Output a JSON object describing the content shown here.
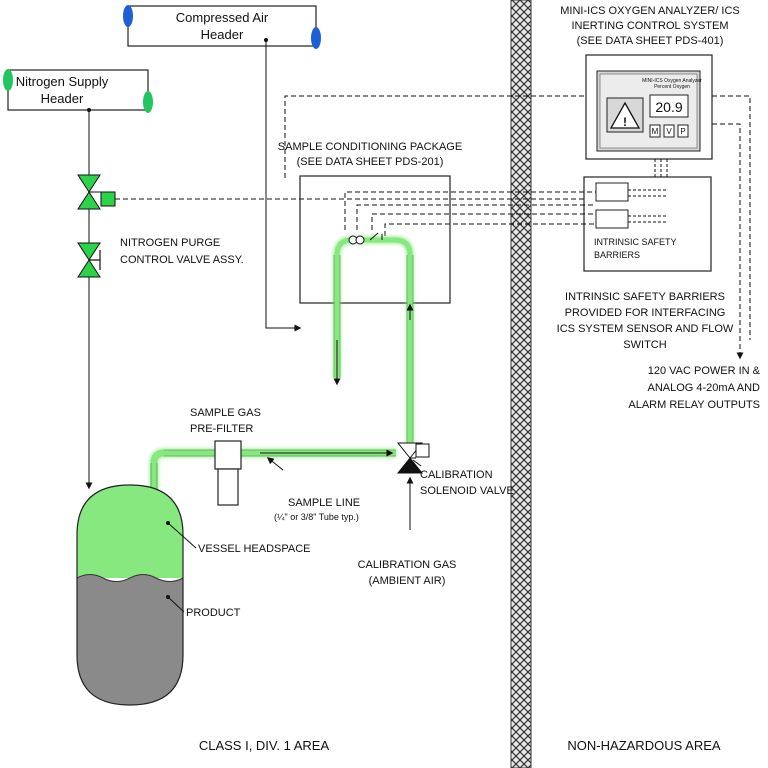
{
  "headers": {
    "compressed_air": [
      "Compressed Air",
      "Header"
    ],
    "nitrogen_supply": [
      "Nitrogen Supply",
      "Header"
    ]
  },
  "analyzer": {
    "title_lines": [
      "MINI-ICS OXYGEN ANALYZER/ ICS",
      "INERTING CONTROL SYSTEM",
      "(SEE DATA SHEET PDS-401)"
    ],
    "screen_caption": "MINI-ICS Oxygen Analyzer",
    "screen_caption_2": "Percent Oxygen",
    "reading": "20.9",
    "buttons": [
      "M",
      "V",
      "P"
    ]
  },
  "sample_conditioning": {
    "lines": [
      "SAMPLE CONDITIONING PACKAGE",
      "(SEE DATA SHEET PDS-201)"
    ]
  },
  "nitrogen_valve": {
    "lines": [
      "NITROGEN PURGE",
      "CONTROL VALVE ASSY."
    ]
  },
  "safety_barriers": {
    "box_label": [
      "INTRINSIC SAFETY",
      "BARRIERS"
    ],
    "note": [
      "INTRINSIC SAFETY BARRIERS",
      "PROVIDED FOR INTERFACING",
      "ICS SYSTEM SENSOR AND FLOW",
      "SWITCH"
    ]
  },
  "power": {
    "lines": [
      "120 VAC POWER IN &",
      "ANALOG 4-20mA AND",
      "ALARM RELAY OUTPUTS"
    ]
  },
  "prefilter": {
    "lines": [
      "SAMPLE GAS",
      "PRE-FILTER"
    ]
  },
  "sample_line": {
    "lines": [
      "SAMPLE LINE",
      "(¼\" or 3/8\" Tube typ.)"
    ]
  },
  "cal_valve": {
    "lines": [
      "CALIBRATION",
      "SOLENOID VALVE"
    ]
  },
  "cal_gas": {
    "lines": [
      "CALIBRATION GAS",
      "(AMBIENT AIR)"
    ]
  },
  "vessel": {
    "headspace_label": "VESSEL HEADSPACE",
    "product_label": "PRODUCT"
  },
  "areas": {
    "hazardous": "CLASS I, DIV. 1 AREA",
    "non_hazardous": "NON-HAZARDOUS AREA"
  },
  "colors": {
    "gas_green": "#86e87f",
    "product_gray": "#8a8a8a",
    "header_cap_blue": "#1f5fd6",
    "header_cap_green": "#22c55e"
  }
}
